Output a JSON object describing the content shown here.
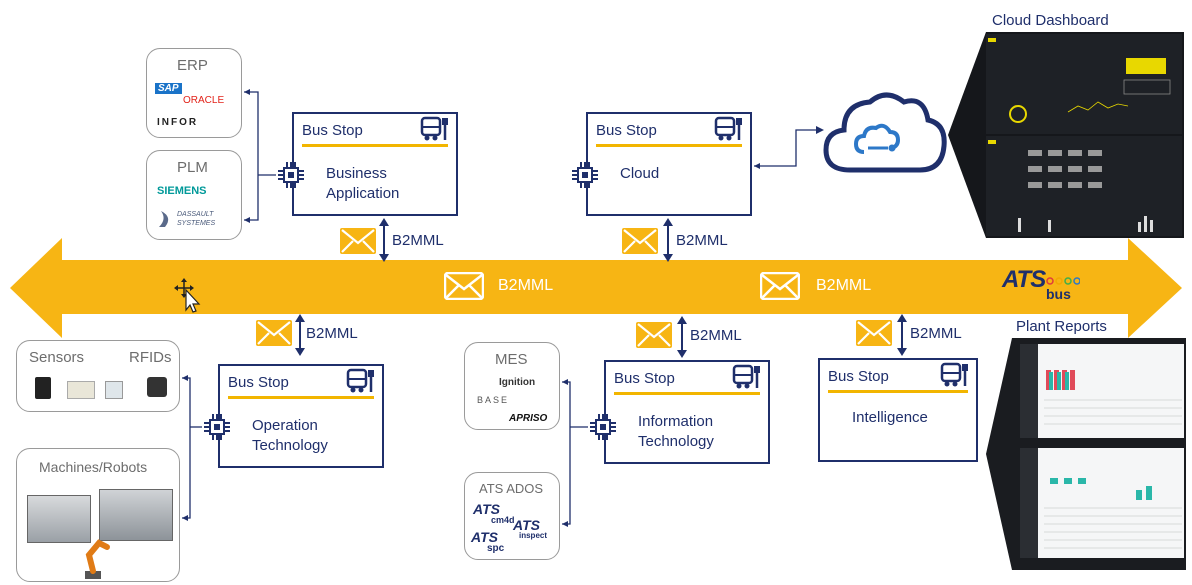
{
  "bus": {
    "labels": [
      "B2MML",
      "B2MML"
    ],
    "brand": "ATS",
    "brand_sub": "bus"
  },
  "connectors": {
    "business": "B2MML",
    "cloud": "B2MML",
    "ot": "B2MML",
    "it": "B2MML",
    "intelligence": "B2MML"
  },
  "stops": {
    "business": {
      "header": "Bus Stop",
      "name_line1": "Business",
      "name_line2": "Application"
    },
    "cloud": {
      "header": "Bus Stop",
      "name_line1": "Cloud",
      "name_line2": ""
    },
    "ot": {
      "header": "Bus Stop",
      "name_line1": "Operation",
      "name_line2": "Technology"
    },
    "it": {
      "header": "Bus Stop",
      "name_line1": "Information",
      "name_line2": "Technology"
    },
    "intelligence": {
      "header": "Bus Stop",
      "name_line1": "Intelligence",
      "name_line2": ""
    }
  },
  "systems": {
    "erp": {
      "title": "ERP",
      "logos": [
        "SAP",
        "ORACLE",
        "INFOR"
      ]
    },
    "plm": {
      "title": "PLM",
      "logos": [
        "SIEMENS",
        "DASSAULT",
        "SYSTEMES"
      ]
    },
    "sensors": {
      "title_left": "Sensors",
      "title_right": "RFIDs"
    },
    "machines": {
      "title": "Machines/Robots"
    },
    "mes": {
      "title": "MES",
      "logos": [
        "Ignition",
        "BASE",
        "APRISO"
      ]
    },
    "ados": {
      "title": "ATS ADOS",
      "logos": [
        "cm4d",
        "spc",
        "inspect"
      ],
      "brand": "ATS"
    }
  },
  "dashboards": {
    "cloud_title": "Cloud Dashboard",
    "reports_title": "Plant Reports"
  },
  "colors": {
    "bus_yellow": "#f7b514",
    "navy": "#1f2f6b",
    "grey_border": "#9a9a9a",
    "cloud_blue": "#2d78c8"
  }
}
